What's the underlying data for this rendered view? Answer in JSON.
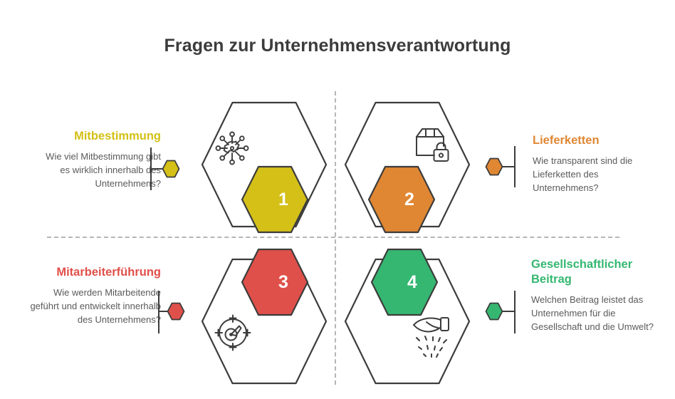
{
  "page": {
    "title": "Fragen zur Unternehmensverantwortung",
    "background_color": "#ffffff",
    "text_color": "#3c3c3c",
    "divider_color": "#b6b6b6",
    "outline_color": "#3c3c3c"
  },
  "quadrants": [
    {
      "number": "1",
      "heading": "Mitbestimmung",
      "body": "Wie viel Mitbestimmung gibt es wirklich innerhalb des Unternehmens?",
      "color": "#d4c017",
      "icon": "network-hub-icon",
      "position": "top-left"
    },
    {
      "number": "2",
      "heading": "Lieferketten",
      "body": "Wie transparent sind die Lieferketten des Unternehmens?",
      "color": "#e08733",
      "icon": "package-lock-icon",
      "position": "top-right"
    },
    {
      "number": "3",
      "heading": "Mitarbeiterführung",
      "body": "Wie werden Mitarbeitende geführt und entwickelt innerhalb des Unternehmens?",
      "color": "#e0504a",
      "icon": "target-compass-icon",
      "position": "bottom-left"
    },
    {
      "number": "4",
      "heading": "Gesellschaftlicher Beitrag",
      "body": "Welchen Beitrag leistet das Unternehmen für die Gesellschaft und die Umwelt?",
      "color": "#35b771",
      "icon": "hand-sowing-icon",
      "position": "bottom-right"
    }
  ]
}
